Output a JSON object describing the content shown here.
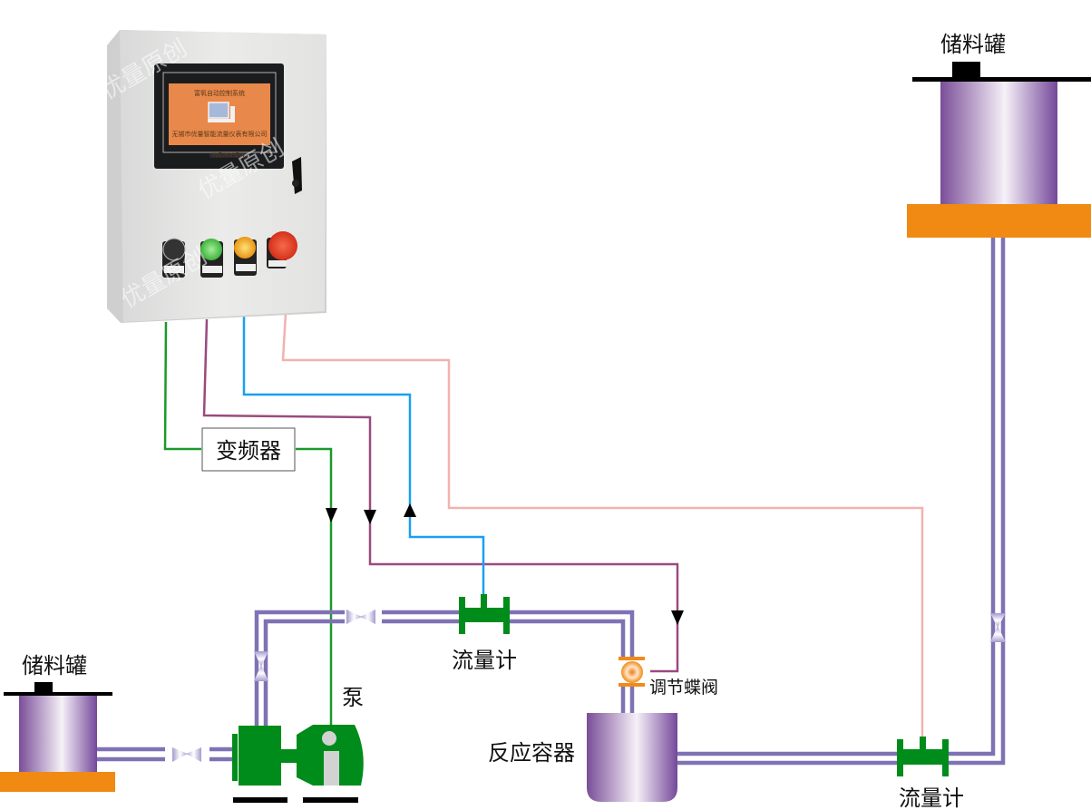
{
  "title": "自动控制系统流程示意图",
  "control_cabinet": {
    "screen_title": "富氧自动控制系统",
    "screen_footer": "无锡市优量智能流量仪表有限公司",
    "hmi_brand": "WEINVIEW",
    "watermark": "优量原创",
    "buttons": [
      {
        "name": "selector-switch",
        "color": "#222222"
      },
      {
        "name": "green-indicator",
        "color": "#49c24a"
      },
      {
        "name": "yellow-indicator",
        "color": "#f2a81d"
      },
      {
        "name": "emergency-stop",
        "color": "#e03a1e"
      }
    ]
  },
  "labels": {
    "inverter": "变频器",
    "storage_tank_top": "储料罐",
    "storage_tank_left": "储料罐",
    "pump": "泵",
    "flowmeter_1": "流量计",
    "flowmeter_2": "流量计",
    "butterfly_valve": "调节蝶阀",
    "reactor": "反应容器"
  },
  "colors": {
    "pipe": "#7f72b4",
    "equipment_green": "#008c1a",
    "tank_base": "#f08a12",
    "signal_green": "#1a9a2a",
    "signal_purple": "#9b4a7e",
    "signal_blue": "#1aa0ee",
    "signal_pink": "#f2b2ae"
  }
}
